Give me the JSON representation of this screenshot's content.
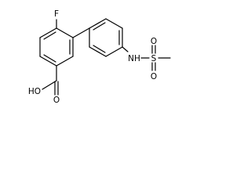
{
  "molecule": {
    "atoms": {
      "fluorine": "F",
      "hydroxyl": "HO",
      "carbonyl_oxygen": "O",
      "amine": "NH",
      "sulfur": "S",
      "sulfonyl_oxygen_top": "O",
      "sulfonyl_oxygen_bottom": "O"
    }
  }
}
